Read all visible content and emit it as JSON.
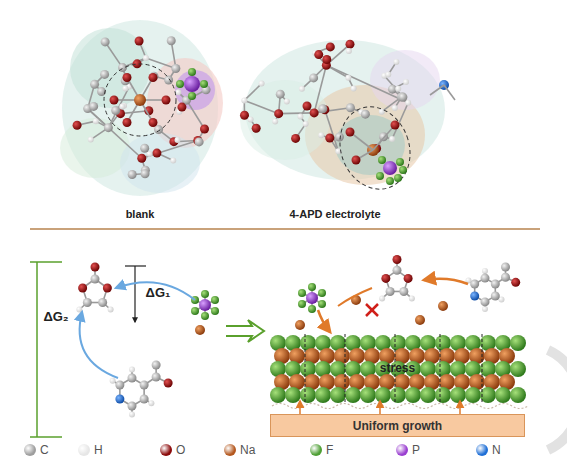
{
  "diagram": {
    "nodes": [
      {
        "text": [
          "stress"
        ]
      },
      {
        "text": [
          "Uniform growth"
        ]
      }
    ],
    "labels": [
      "blank",
      "4-APD electrolyte",
      "ΔG₁",
      "ΔG₂"
    ],
    "legend": [
      {
        "text": "C",
        "color": "#9e9e9e"
      },
      {
        "text": "H",
        "color": "#e6e6e6"
      },
      {
        "text": "O",
        "color": "#8b0a0a"
      },
      {
        "text": "Na",
        "color": "#b4581f"
      },
      {
        "text": "F",
        "color": "#4e9f34"
      },
      {
        "text": "P",
        "color": "#9a3fd0"
      },
      {
        "text": "N",
        "color": "#1f6fd6"
      }
    ]
  }
}
